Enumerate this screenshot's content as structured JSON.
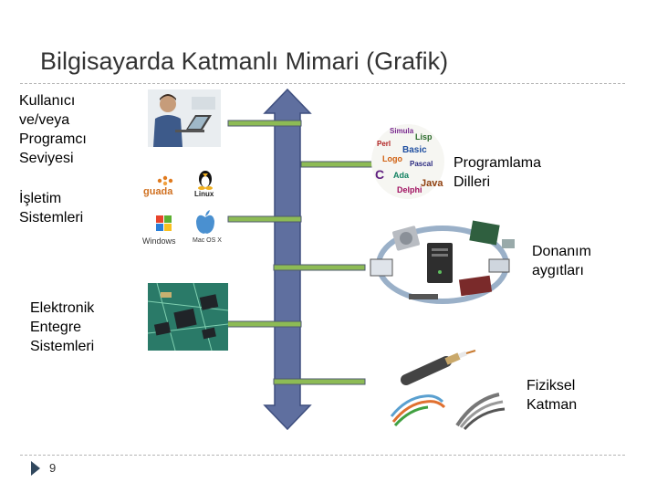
{
  "slide": {
    "title": "Bilgisayarda Katmanlı Mimari (Grafik)",
    "page_number": "9"
  },
  "labels": {
    "user_level": "Kullanıcı\nve/veya\nProgramcı\nSeviyesi",
    "operating_systems": "İşletim\nSistemleri",
    "electronic_ic": "Elektronik\nEntegre\nSistemleri",
    "programming_languages": "Programlama\nDilleri",
    "hardware_devices": "Donanım\naygıtları",
    "physical_layer": "Fiziksel\nKatman"
  },
  "logos": {
    "guada": "guada",
    "linux": "Linux",
    "windows": "Windows",
    "macos": "Mac OS X"
  },
  "cloud_words": [
    "Simula",
    "Java",
    "Delphi",
    "C",
    "Basic",
    "Perl",
    "Logo",
    "Pascal",
    "Ada",
    "Lisp"
  ],
  "colors": {
    "arrow_fill": "#5f6f9f",
    "arrow_stroke": "#3f4f7f",
    "bar_fill": "#8dbb55",
    "bar_stroke": "#4e5a6e"
  }
}
